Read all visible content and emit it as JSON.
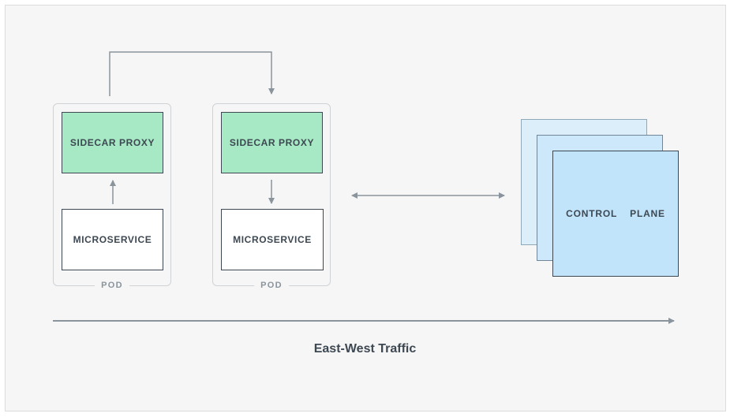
{
  "pods": [
    {
      "label": "POD",
      "sidecar": "SIDECAR PROXY",
      "service": "MICROSERVICE"
    },
    {
      "label": "POD",
      "sidecar": "SIDECAR PROXY",
      "service": "MICROSERVICE"
    }
  ],
  "control_plane": {
    "label": "CONTROL  PLANE"
  },
  "caption": "East-West Traffic",
  "colors": {
    "sidecar": "#a6e9c4",
    "control_plane": "#c2e4fb",
    "lines": "#8a949c",
    "text": "#3d4852"
  }
}
